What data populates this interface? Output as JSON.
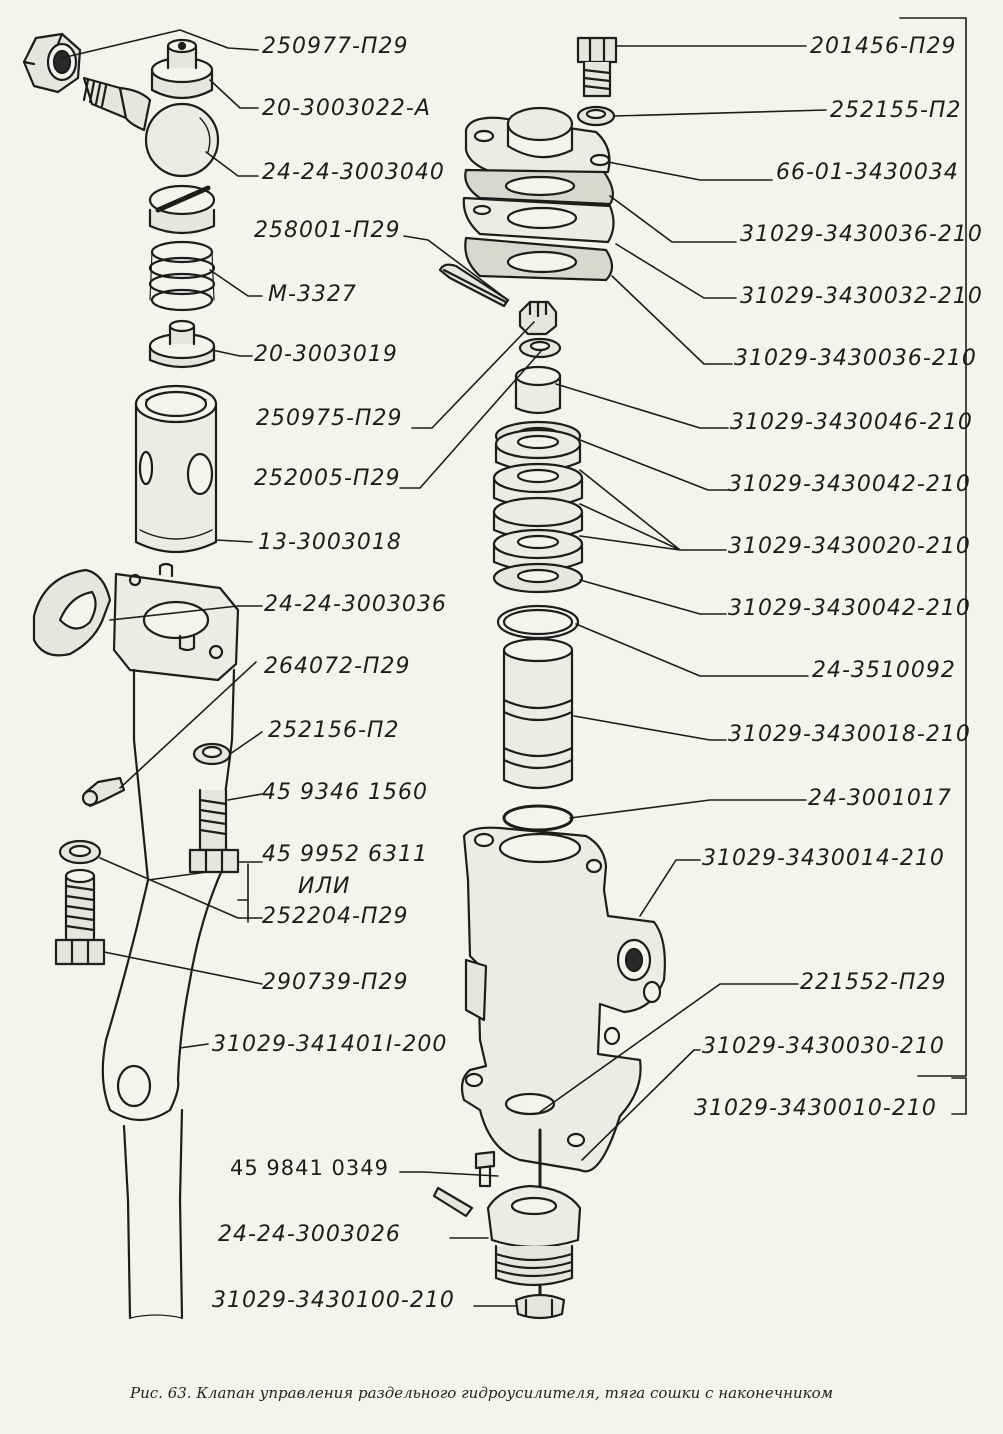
{
  "caption": "Рис. 63. Клапан управления раздельного гидроусилителя, тяга сошки с наконечником",
  "labels": {
    "l250977": "250977-П29",
    "l20_3003022": "20-3003022-А",
    "l24_24_3003040": "24-24-3003040",
    "l258001": "258001-П29",
    "lM3327": "М-3327",
    "l20_3003019": "20-3003019",
    "l250975": "250975-П29",
    "l252005": "252005-П29",
    "l13_3003018": "13-3003018",
    "l24_24_3003036": "24-24-3003036",
    "l264072": "264072-П29",
    "l252156": "252156-П2",
    "l459346": "45 9346 1560",
    "l459952": "45 9952 6311",
    "lili": "ИЛИ",
    "l252204": "252204-П29",
    "l290739": "290739-П29",
    "l341401": "31029-341401І-200",
    "l459841": "45 9841 0349",
    "l24_24_3003026": "24-24-3003026",
    "l3430100": "31029-3430100-210",
    "l201456": "201456-П29",
    "l252155": "252155-П2",
    "l66_01": "66-01-3430034",
    "l3430036a": "31029-3430036-210",
    "l3430032": "31029-3430032-210",
    "l3430036b": "31029-3430036-210",
    "l3430046": "31029-3430046-210",
    "l3430042a": "31029-3430042-210",
    "l3430020": "31029-3430020-210",
    "l3430042b": "31029-3430042-210",
    "l24_3510092": "24-3510092",
    "l3430018": "31029-3430018-210",
    "l24_3001017": "24-3001017",
    "l3430014": "31029-3430014-210",
    "l221552": "221552-П29",
    "l3430030": "31029-3430030-210",
    "l3430010": "31029-3430010-210"
  }
}
